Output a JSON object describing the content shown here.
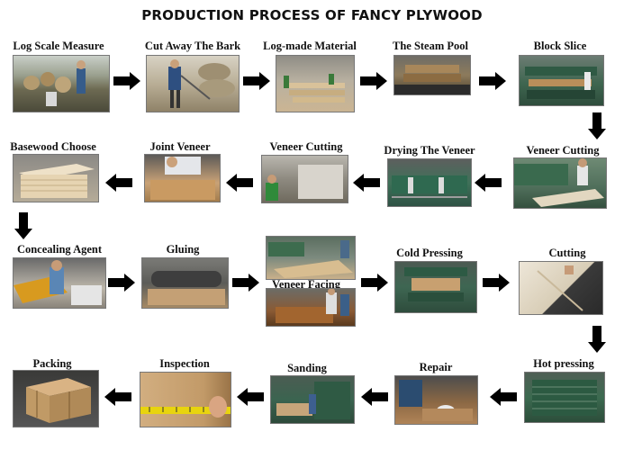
{
  "title": "PRODUCTION PROCESS OF FANCY PLYWOOD",
  "steps": [
    {
      "id": "log-scale-measure",
      "label": "Log Scale Measure"
    },
    {
      "id": "cut-away-the-bark",
      "label": "Cut Away The Bark"
    },
    {
      "id": "log-made-material",
      "label": "Log-made Material"
    },
    {
      "id": "the-steam-pool",
      "label": "The Steam Pool"
    },
    {
      "id": "block-slice",
      "label": "Block Slice"
    },
    {
      "id": "veneer-cutting-1",
      "label": "Veneer Cutting"
    },
    {
      "id": "drying-the-veneer",
      "label": "Drying The Veneer"
    },
    {
      "id": "veneer-cutting-2",
      "label": "Veneer Cutting"
    },
    {
      "id": "joint-veneer",
      "label": "Joint Veneer"
    },
    {
      "id": "basewood-choose",
      "label": "Basewood Choose"
    },
    {
      "id": "concealing-agent",
      "label": "Concealing Agent"
    },
    {
      "id": "gluing",
      "label": "Gluing"
    },
    {
      "id": "veneer-facing",
      "label": "Veneer Facing"
    },
    {
      "id": "cold-pressing",
      "label": "Cold Pressing"
    },
    {
      "id": "cutting",
      "label": "Cutting"
    },
    {
      "id": "hot-pressing",
      "label": "Hot pressing"
    },
    {
      "id": "repair",
      "label": "Repair"
    },
    {
      "id": "sanding",
      "label": "Sanding"
    },
    {
      "id": "inspection",
      "label": "Inspection"
    },
    {
      "id": "packing",
      "label": "Packing"
    }
  ],
  "arrow_color": "#000000"
}
